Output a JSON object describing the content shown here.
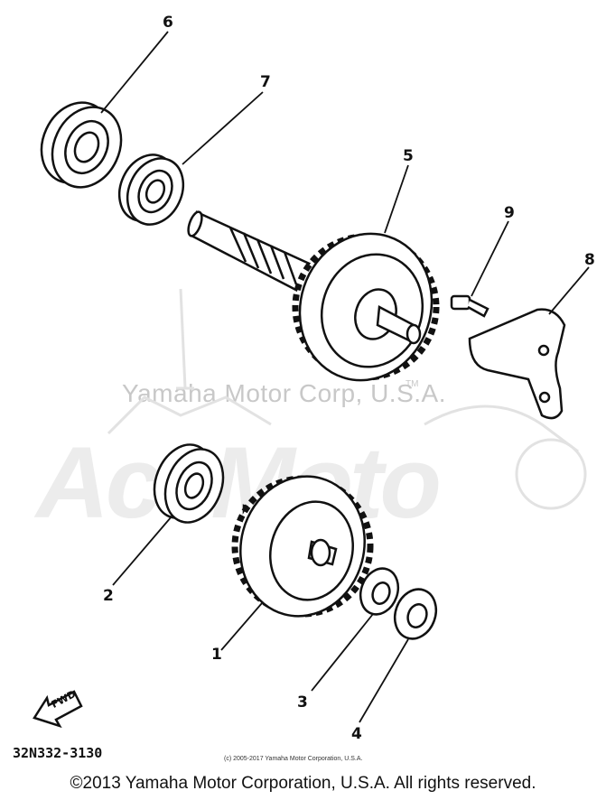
{
  "watermark": {
    "text": "Yamaha Motor Corp, U.S.A.",
    "tm": "TM",
    "logo": "AceMoto"
  },
  "callouts": {
    "c1": "1",
    "c2": "2",
    "c3": "3",
    "c4": "4",
    "c5": "5",
    "c6": "6",
    "c7": "7",
    "c8": "8",
    "c9": "9"
  },
  "fwd_label": "FWD",
  "part_code": "32N332-3130",
  "small_copyright": "(c) 2005-2017 Yamaha Motor Corporation, U.S.A.",
  "footer": "©2013 Yamaha Motor Corporation, U.S.A. All rights reserved."
}
